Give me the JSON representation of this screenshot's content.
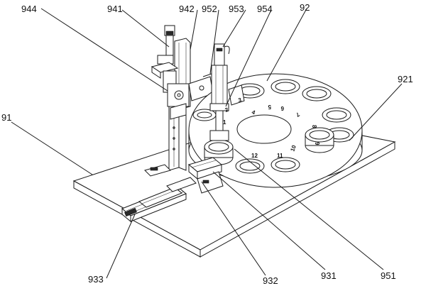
{
  "callouts": {
    "c944": "944",
    "c941": "941",
    "c942": "942",
    "c952": "952",
    "c953": "953",
    "c954": "954",
    "c92": "92",
    "c91": "91",
    "c921": "921",
    "c933": "933",
    "c932": "932",
    "c931": "931",
    "c951": "951"
  },
  "pockets": {
    "p1": "1",
    "p2": "2",
    "p3": "3",
    "p4": "4",
    "p5": "5",
    "p6": "6",
    "p7": "7",
    "p8": "8",
    "p9": "9",
    "p10": "10",
    "p11": "11",
    "p12": "12"
  }
}
